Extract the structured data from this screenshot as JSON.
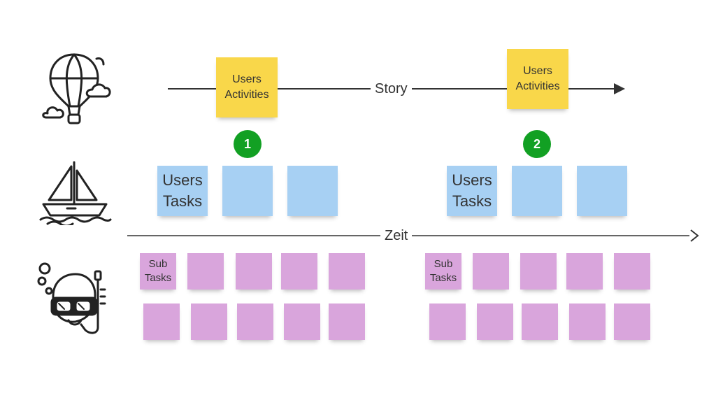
{
  "colors": {
    "activity": "#f9d74a",
    "task": "#a7d0f3",
    "subtask": "#d9a5dc",
    "badge": "#12a023",
    "line": "#333333"
  },
  "axes": {
    "story": "Story",
    "time": "Zeit"
  },
  "levels": {
    "top_icon": "hot-air-balloon-icon",
    "middle_icon": "sailboat-icon",
    "bottom_icon": "snorkel-diver-icon"
  },
  "groups": [
    {
      "badge": "1",
      "activity": "Users Activities",
      "task_label": "Users Tasks",
      "subtask_label": "Sub Tasks"
    },
    {
      "badge": "2",
      "activity": "Users Activities",
      "task_label": "Users Tasks",
      "subtask_label": "Sub Tasks"
    }
  ]
}
